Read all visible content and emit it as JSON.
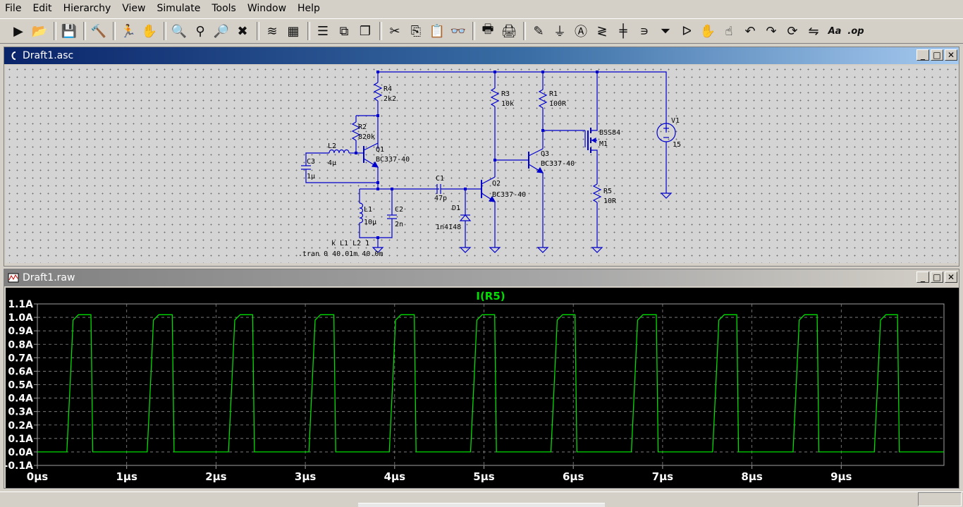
{
  "menu": [
    "File",
    "Edit",
    "Hierarchy",
    "View",
    "Simulate",
    "Tools",
    "Window",
    "Help"
  ],
  "toolbar": [
    {
      "name": "run-icon",
      "glyph": "▶"
    },
    {
      "name": "open-icon",
      "glyph": "📂"
    },
    {
      "sep": true
    },
    {
      "name": "save-icon",
      "glyph": "💾"
    },
    {
      "sep": true
    },
    {
      "name": "control-panel-icon",
      "glyph": "🔨"
    },
    {
      "sep": true
    },
    {
      "name": "run-simulation-icon",
      "glyph": "🏃"
    },
    {
      "name": "halt-icon",
      "glyph": "✋"
    },
    {
      "sep": true
    },
    {
      "name": "zoom-in-icon",
      "glyph": "🔍"
    },
    {
      "name": "zoom-pan-icon",
      "glyph": "⚲"
    },
    {
      "name": "zoom-out-icon",
      "glyph": "🔎"
    },
    {
      "name": "zoom-fit-icon",
      "glyph": "✖"
    },
    {
      "sep": true
    },
    {
      "name": "waveform-icon",
      "glyph": "≋"
    },
    {
      "name": "grid-icon",
      "glyph": "▦"
    },
    {
      "sep": true
    },
    {
      "name": "tile-horizontal-icon",
      "glyph": "☰"
    },
    {
      "name": "tile-vertical-icon",
      "glyph": "⧉"
    },
    {
      "name": "cascade-icon",
      "glyph": "❐"
    },
    {
      "sep": true
    },
    {
      "name": "cut-icon",
      "glyph": "✂"
    },
    {
      "name": "copy-icon",
      "glyph": "⎘"
    },
    {
      "name": "paste-icon",
      "glyph": "📋"
    },
    {
      "name": "find-icon",
      "glyph": "👓"
    },
    {
      "sep": true
    },
    {
      "name": "print-setup-icon",
      "glyph": "🖶"
    },
    {
      "name": "print-icon",
      "glyph": "🖨"
    },
    {
      "sep": true
    },
    {
      "name": "draw-wire-icon",
      "glyph": "✎"
    },
    {
      "name": "ground-icon",
      "glyph": "⏚"
    },
    {
      "name": "label-net-icon",
      "glyph": "Ⓐ"
    },
    {
      "name": "resistor-icon",
      "glyph": "≷"
    },
    {
      "name": "capacitor-icon",
      "glyph": "╪"
    },
    {
      "name": "inductor-icon",
      "glyph": "∍"
    },
    {
      "name": "diode-icon",
      "glyph": "⏷"
    },
    {
      "name": "component-icon",
      "glyph": "ᐅ"
    },
    {
      "name": "move-icon",
      "glyph": "✋"
    },
    {
      "name": "drag-icon",
      "glyph": "☝"
    },
    {
      "name": "undo-icon",
      "glyph": "↶"
    },
    {
      "name": "redo-icon",
      "glyph": "↷"
    },
    {
      "name": "rotate-icon",
      "glyph": "⟳"
    },
    {
      "name": "mirror-icon",
      "glyph": "⇋"
    },
    {
      "name": "text-icon",
      "glyph": "Aa"
    },
    {
      "name": "spice-directive-icon",
      "glyph": ".op"
    }
  ],
  "schematic_window": {
    "title": "Draft1.asc",
    "icon": "schematic-icon"
  },
  "plot_window": {
    "title": "Draft1.raw",
    "icon": "waveform-icon"
  },
  "schematic": {
    "labels": [
      "R4",
      "2k2",
      "R2",
      "820k",
      "L2",
      "4µ",
      "C3",
      "1µ",
      "Q1",
      "BC337-40",
      "L1",
      "10µ",
      "C2",
      "2n",
      "k L1 L2 1",
      ".tran 0 40.01m 40.0m",
      "C1",
      "47p",
      "D1",
      "1n4148",
      "Q2",
      "BC337-40",
      "R3",
      "10k",
      "R1",
      "100R",
      "Q3",
      "BC337-40",
      "BSS84",
      "M1",
      "R5",
      "10R",
      "V1",
      "15"
    ]
  },
  "colors": {
    "wire": "#0000cc",
    "trace": "#00dd00",
    "plot_bg": "#000000",
    "grid": "#8a8a8a"
  },
  "chart_data": {
    "type": "line",
    "title": "I(R5)",
    "xlabel": "",
    "ylabel": "",
    "x_ticks": [
      "0µs",
      "1µs",
      "2µs",
      "3µs",
      "4µs",
      "5µs",
      "6µs",
      "7µs",
      "8µs",
      "9µs"
    ],
    "y_ticks": [
      "1.1A",
      "1.0A",
      "0.9A",
      "0.8A",
      "0.7A",
      "0.6A",
      "0.5A",
      "0.4A",
      "0.3A",
      "0.2A",
      "0.1A",
      "0.0A",
      "-0.1A"
    ],
    "xlim": [
      0,
      10.15
    ],
    "ylim": [
      -0.1,
      1.1
    ],
    "grid": true,
    "series": [
      {
        "x": [
          0,
          0.33,
          0.37,
          0.4,
          0.46,
          0.6,
          0.62,
          1.23,
          1.27,
          1.3,
          1.36,
          1.51,
          1.53,
          2.14,
          2.18,
          2.21,
          2.27,
          2.41,
          2.43,
          3.04,
          3.08,
          3.11,
          3.17,
          3.32,
          3.34,
          3.94,
          3.98,
          4.01,
          4.07,
          4.22,
          4.24,
          4.85,
          4.89,
          4.92,
          4.98,
          5.12,
          5.14,
          5.75,
          5.79,
          5.82,
          5.88,
          6.02,
          6.04,
          6.65,
          6.69,
          6.72,
          6.78,
          6.93,
          6.95,
          7.56,
          7.6,
          7.63,
          7.69,
          7.83,
          7.85,
          8.46,
          8.5,
          8.53,
          8.59,
          8.73,
          8.75,
          9.37,
          9.41,
          9.44,
          9.5,
          9.63,
          9.65,
          10.15
        ],
        "y": [
          0,
          0,
          0.55,
          0.98,
          1.02,
          1.02,
          0,
          0,
          0.55,
          0.98,
          1.02,
          1.02,
          0,
          0,
          0.55,
          0.98,
          1.02,
          1.02,
          0,
          0,
          0.55,
          0.98,
          1.02,
          1.02,
          0,
          0,
          0.55,
          0.98,
          1.02,
          1.02,
          0,
          0,
          0.55,
          0.98,
          1.02,
          1.02,
          0,
          0,
          0.55,
          0.98,
          1.02,
          1.02,
          0,
          0,
          0.55,
          0.98,
          1.02,
          1.02,
          0,
          0,
          0.55,
          0.98,
          1.02,
          1.02,
          0,
          0,
          0.55,
          0.98,
          1.02,
          1.02,
          0,
          0,
          0.55,
          0.98,
          1.02,
          1.02,
          0,
          0
        ]
      }
    ]
  }
}
